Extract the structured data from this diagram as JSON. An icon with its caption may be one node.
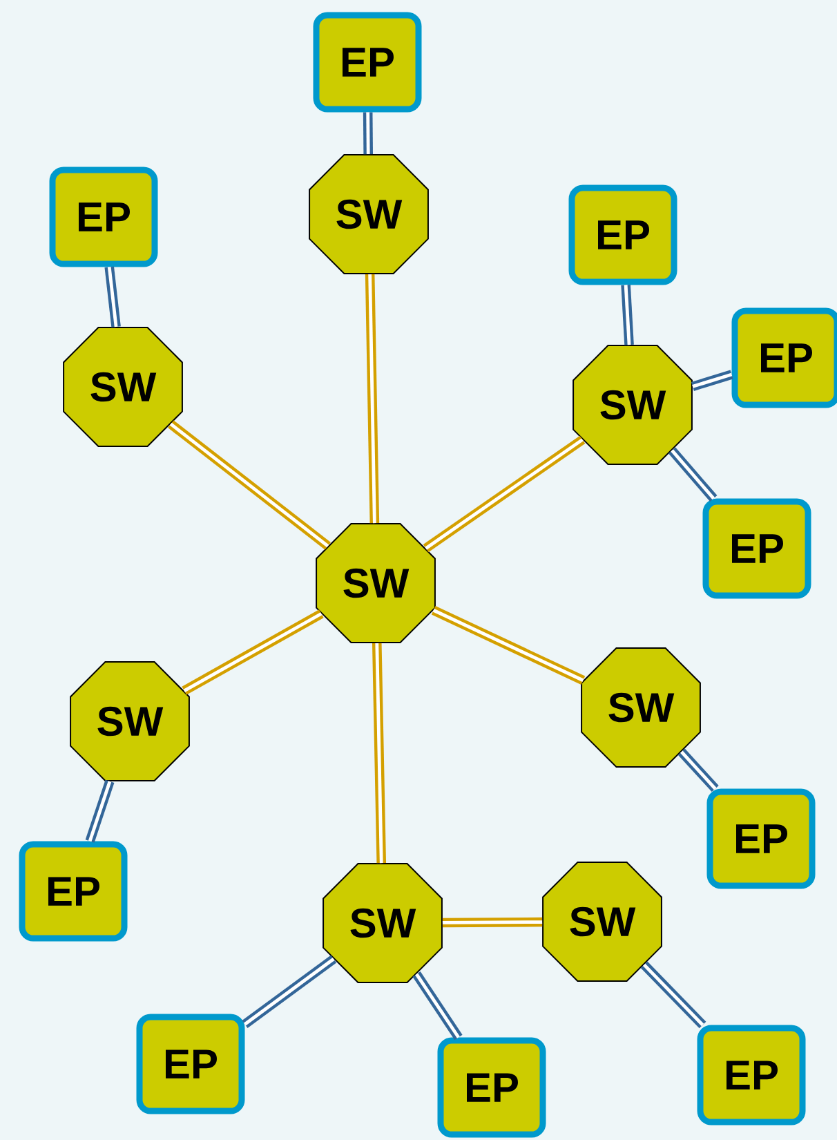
{
  "diagram": {
    "nodes": [
      {
        "text": [
          "SW"
        ]
      },
      {
        "text": [
          "SW"
        ]
      },
      {
        "text": [
          "EP"
        ]
      },
      {
        "text": [
          "SW"
        ]
      },
      {
        "text": [
          "EP"
        ]
      },
      {
        "text": [
          "SW"
        ]
      },
      {
        "text": [
          "EP"
        ]
      },
      {
        "text": [
          "EP"
        ]
      },
      {
        "text": [
          "EP"
        ]
      },
      {
        "text": [
          "SW"
        ]
      },
      {
        "text": [
          "EP"
        ]
      },
      {
        "text": [
          "SW"
        ]
      },
      {
        "text": [
          "EP"
        ]
      },
      {
        "text": [
          "SW"
        ]
      },
      {
        "text": [
          "EP"
        ]
      },
      {
        "text": [
          "EP"
        ]
      },
      {
        "text": [
          "SW"
        ]
      },
      {
        "text": [
          "EP"
        ]
      }
    ],
    "edges": [
      {
        "from": 0,
        "to": 1,
        "arrow": "none",
        "color": "#d4a000"
      },
      {
        "from": 1,
        "to": 2,
        "arrow": "none"
      },
      {
        "from": 0,
        "to": 3,
        "arrow": "none",
        "color": "#d4a000"
      },
      {
        "from": 3,
        "to": 4,
        "arrow": "none"
      },
      {
        "from": 0,
        "to": 5,
        "arrow": "none",
        "color": "#d4a000"
      },
      {
        "from": 5,
        "to": 6,
        "arrow": "none"
      },
      {
        "from": 5,
        "to": 7,
        "arrow": "none"
      },
      {
        "from": 5,
        "to": 8,
        "arrow": "none"
      },
      {
        "from": 0,
        "to": 9,
        "arrow": "none",
        "color": "#d4a000"
      },
      {
        "from": 9,
        "to": 10,
        "arrow": "none"
      },
      {
        "from": 0,
        "to": 11,
        "arrow": "none",
        "color": "#d4a000"
      },
      {
        "from": 11,
        "to": 12,
        "arrow": "none"
      },
      {
        "from": 0,
        "to": 13,
        "arrow": "none",
        "color": "#d4a000"
      },
      {
        "from": 13,
        "to": 14,
        "arrow": "none"
      },
      {
        "from": 13,
        "to": 15,
        "arrow": "none"
      },
      {
        "from": 13,
        "to": 16,
        "arrow": "none",
        "color": "#d4a000"
      },
      {
        "from": 16,
        "to": 17,
        "arrow": "none"
      }
    ]
  }
}
